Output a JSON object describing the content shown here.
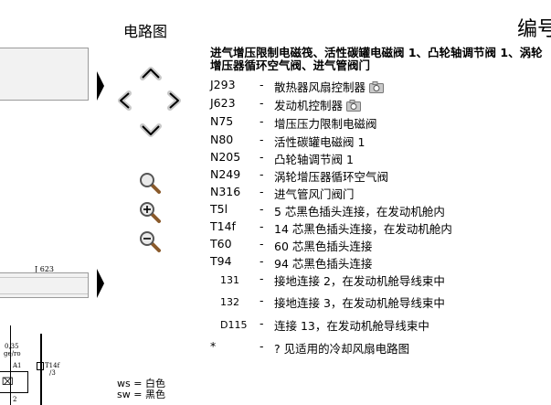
{
  "diagram": {
    "component_label": "J 623",
    "wire_size": "0,35",
    "wire_color": "ge/ro",
    "pin_a": "A1",
    "connector_label": "T14f",
    "connector_pin": "/3",
    "bottom_pin": "2"
  },
  "nav": {
    "title": "电路图"
  },
  "header": {
    "edit_label": "编号"
  },
  "content": {
    "headline": "进气增压限制电磁筏、活性碳罐电磁阀 1、凸轮轴调节阀 1、涡轮增压器循环空气阀、进气管阀门",
    "items": [
      {
        "code": "J293",
        "dash": "-",
        "desc": "散热器风扇控制器",
        "camera": true
      },
      {
        "code": "J623",
        "dash": "-",
        "desc": "发动机控制器",
        "camera": true
      },
      {
        "code": "N75",
        "dash": "-",
        "desc": "增压压力限制电磁阀"
      },
      {
        "code": "N80",
        "dash": "-",
        "desc": "活性碳罐电磁阀 1"
      },
      {
        "code": "N205",
        "dash": "-",
        "desc": "凸轮轴调节阀 1"
      },
      {
        "code": "N249",
        "dash": "-",
        "desc": "涡轮增压器循环空气阀"
      },
      {
        "code": "N316",
        "dash": "-",
        "desc": "进气管风门阀门"
      },
      {
        "code": "T5l",
        "dash": "-",
        "desc": "5 芯黑色插头连接，在发动机舱内"
      },
      {
        "code": "T14f",
        "dash": "-",
        "desc": "14 芯黑色插头连接，在发动机舱内"
      },
      {
        "code": "T60",
        "dash": "-",
        "desc": "60 芯黑色插头连接"
      },
      {
        "code": "T94",
        "dash": "-",
        "desc": "94 芯黑色插头连接"
      },
      {
        "code": "131",
        "dash": "-",
        "desc": "接地连接 2，在发动机舱导线束中"
      },
      {
        "code": "132",
        "dash": "-",
        "desc": "接地连接 3，在发动机舱导线束中"
      },
      {
        "code": "D115",
        "dash": "-",
        "desc": "连接 13，在发动机舱导线束中"
      },
      {
        "code": "*",
        "dash": "-",
        "desc": "? 见适用的冷却风扇电路图"
      }
    ]
  },
  "legend": [
    {
      "code": "ws",
      "eq": "=",
      "name": "白色"
    },
    {
      "code": "sw",
      "eq": "=",
      "name": "黑色"
    }
  ],
  "icons": [
    "arrow-up-icon",
    "arrow-left-icon",
    "arrow-right-icon",
    "arrow-down-icon",
    "zoom-icon",
    "zoom-in-icon",
    "zoom-out-icon",
    "camera-icon"
  ]
}
